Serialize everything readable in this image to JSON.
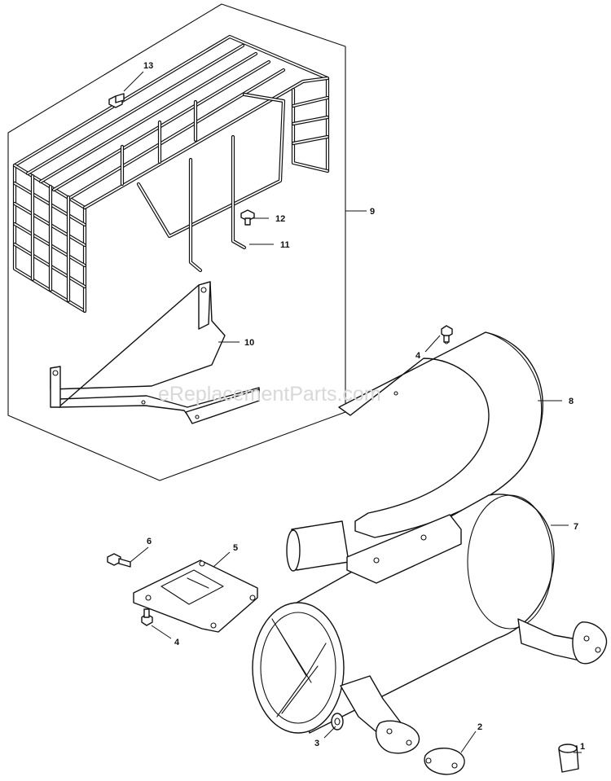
{
  "watermark": "eReplacementParts.com",
  "callouts": {
    "c1": "1",
    "c2": "2",
    "c3": "3",
    "c4a": "4",
    "c4b": "4",
    "c5": "5",
    "c6": "6",
    "c7": "7",
    "c8": "8",
    "c9": "9",
    "c10": "10",
    "c11": "11",
    "c12": "12",
    "c13": "13"
  }
}
